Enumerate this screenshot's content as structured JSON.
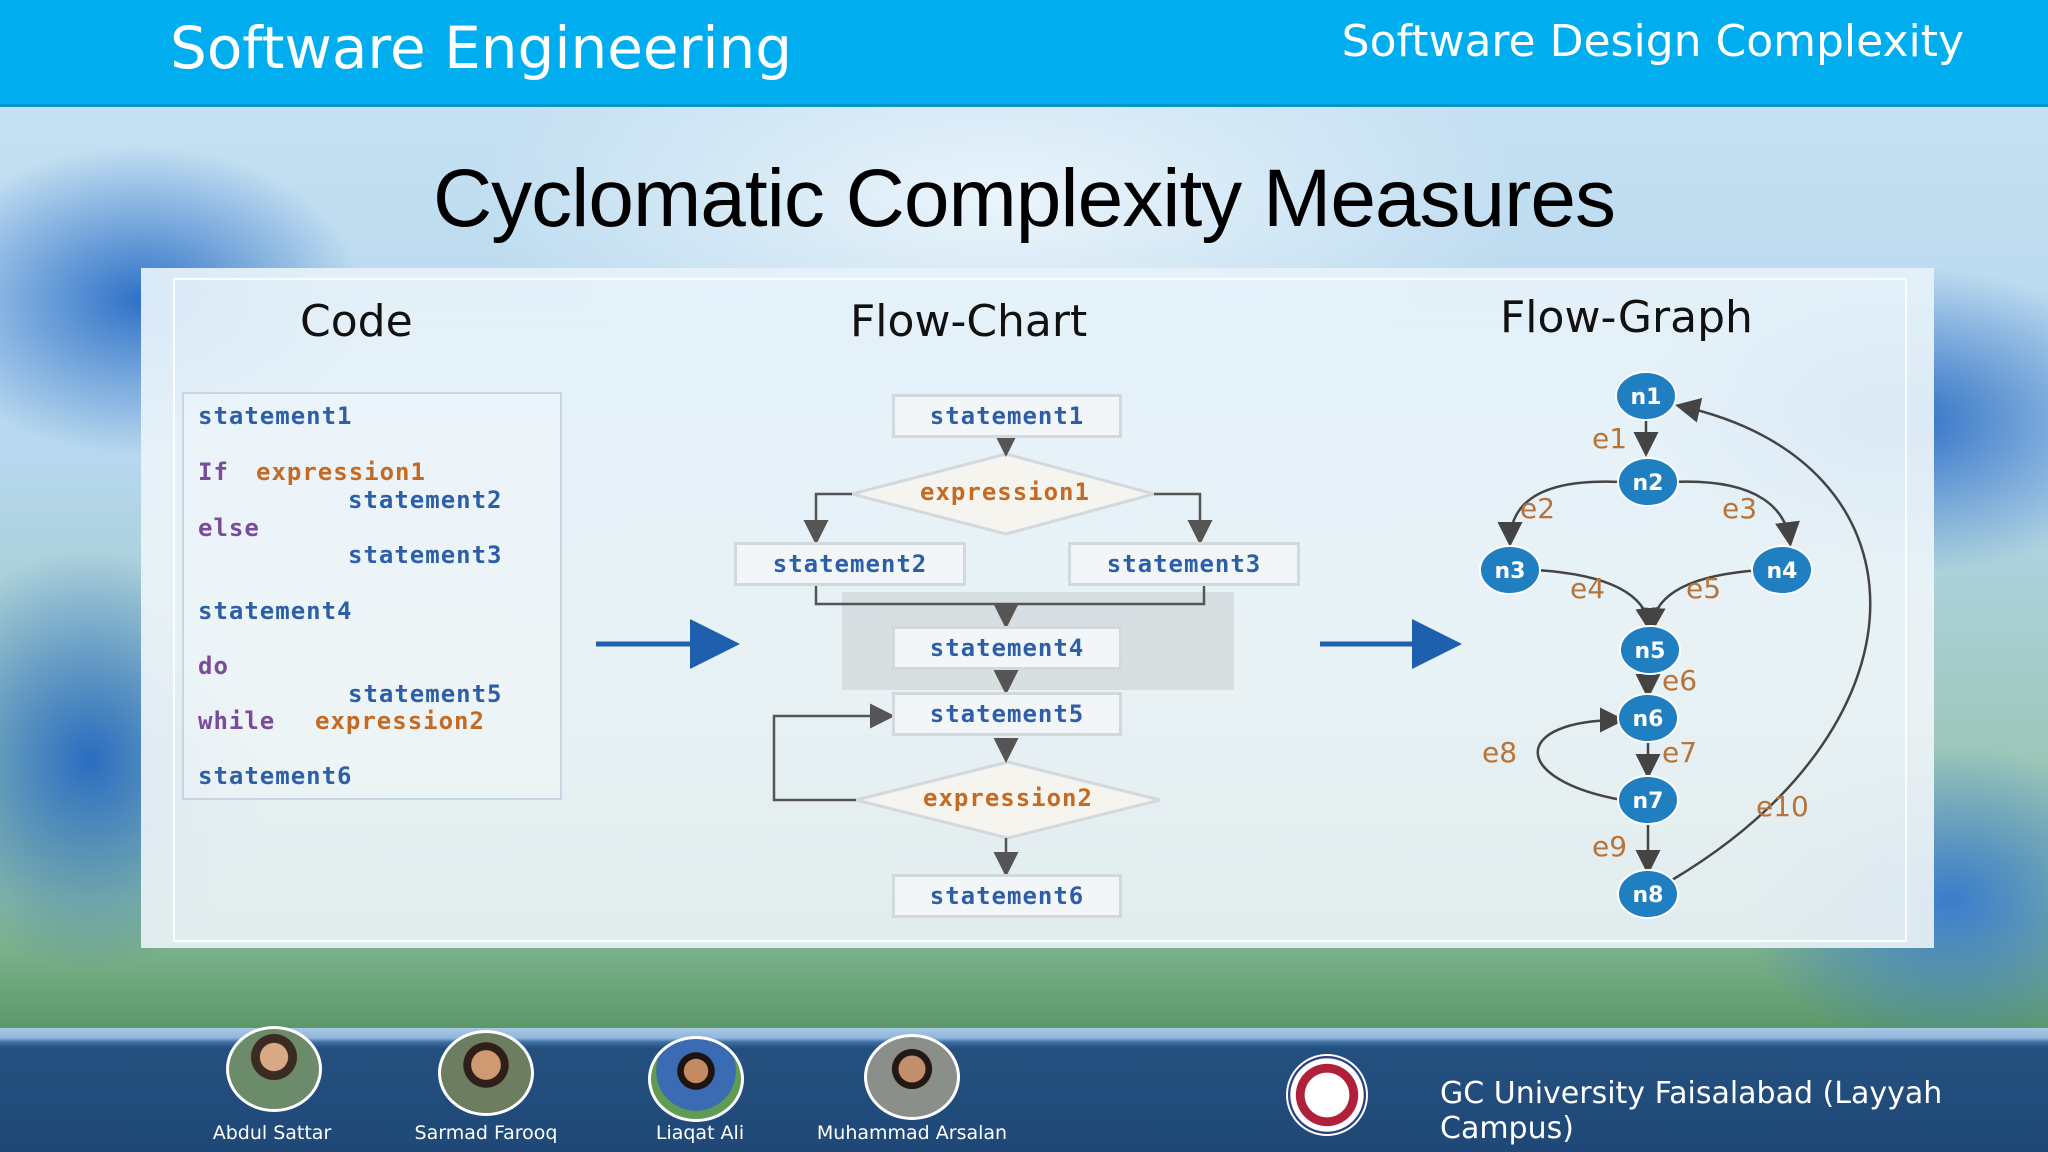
{
  "header": {
    "title": "Software Engineering",
    "subtitle": "Software Design Complexity"
  },
  "slide": {
    "title": "Cyclomatic Complexity Measures"
  },
  "columns": {
    "code": "Code",
    "flowchart": "Flow-Chart",
    "flowgraph": "Flow-Graph"
  },
  "code": {
    "line1": "statement1",
    "if_kw": "If",
    "expr1": "expression1",
    "stmt2": "statement2",
    "else_kw": "else",
    "stmt3": "statement3",
    "stmt4": "statement4",
    "do_kw": "do",
    "stmt5": "statement5",
    "while_kw": "while",
    "expr2": "expression2",
    "stmt6": "statement6"
  },
  "flowchart": {
    "s1": "statement1",
    "d1": "expression1",
    "s2": "statement2",
    "s3": "statement3",
    "s4": "statement4",
    "s5": "statement5",
    "d2": "expression2",
    "s6": "statement6"
  },
  "flowgraph": {
    "nodes": [
      "n1",
      "n2",
      "n3",
      "n4",
      "n5",
      "n6",
      "n7",
      "n8"
    ],
    "edges": [
      "e1",
      "e2",
      "e3",
      "e4",
      "e5",
      "e6",
      "e7",
      "e8",
      "e9",
      "e10"
    ]
  },
  "footer": {
    "authors": [
      "Abdul Sattar",
      "Sarmad Farooq",
      "Liaqat Ali",
      "Muhammad Arsalan"
    ],
    "university": "GC University Faisalabad (Layyah Campus)"
  },
  "colors": {
    "header": "#00aeef",
    "node": "#1f7fc1",
    "arrow": "#1e5fae",
    "edge_label": "#b7743a"
  }
}
